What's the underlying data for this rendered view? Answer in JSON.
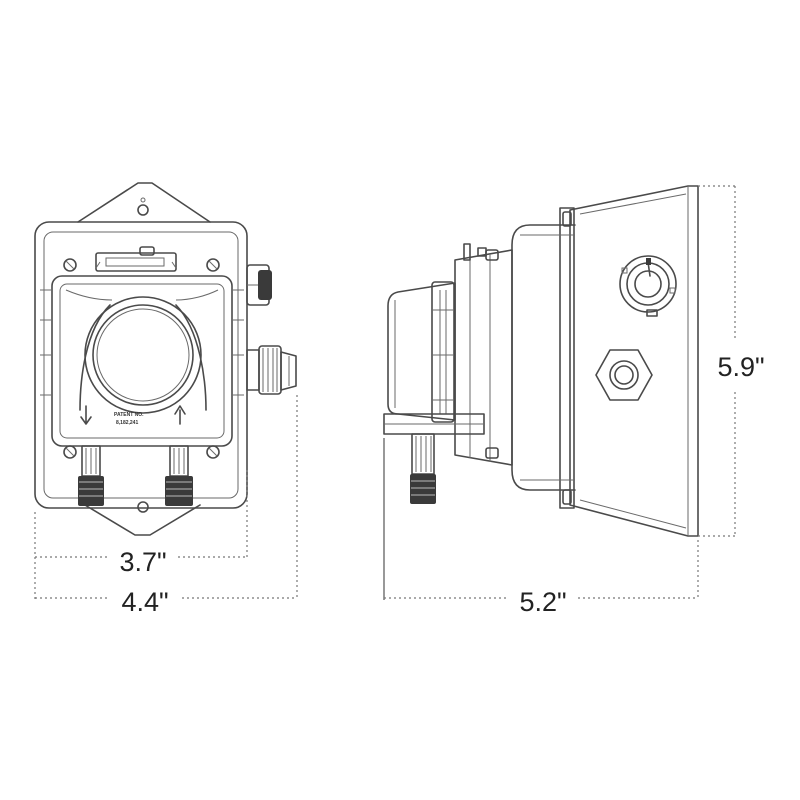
{
  "dimensions": {
    "inner_width": "3.7\"",
    "outer_width": "4.4\"",
    "depth": "5.2\"",
    "height": "5.9\""
  },
  "labels": {
    "patent_line1": "PATENT NO.",
    "patent_line2": "8,182,241"
  },
  "colors": {
    "line": "#4a4a4a",
    "text": "#222222",
    "background": "#ffffff"
  }
}
